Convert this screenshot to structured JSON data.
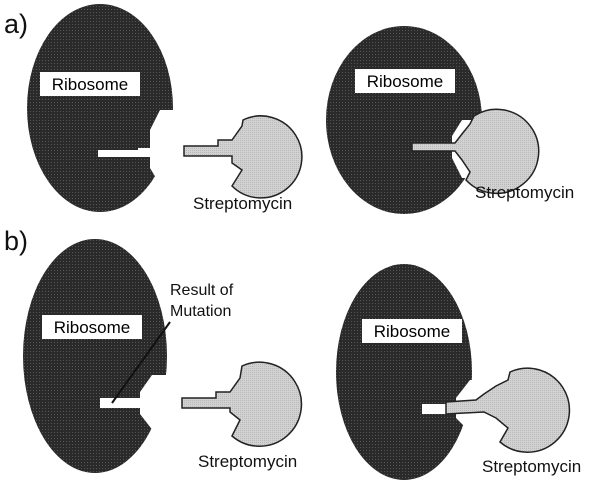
{
  "panels": [
    {
      "label": "a)"
    },
    {
      "label": "b)"
    }
  ],
  "ribosome_label": "Ribosome",
  "streptomycin_label": "Streptomycin",
  "mutation_label": [
    "Result of",
    "Mutation"
  ],
  "colors": {
    "ribosome": "#2f2f2f",
    "streptomycin": "#cfcfcf",
    "outline": "#222222"
  }
}
